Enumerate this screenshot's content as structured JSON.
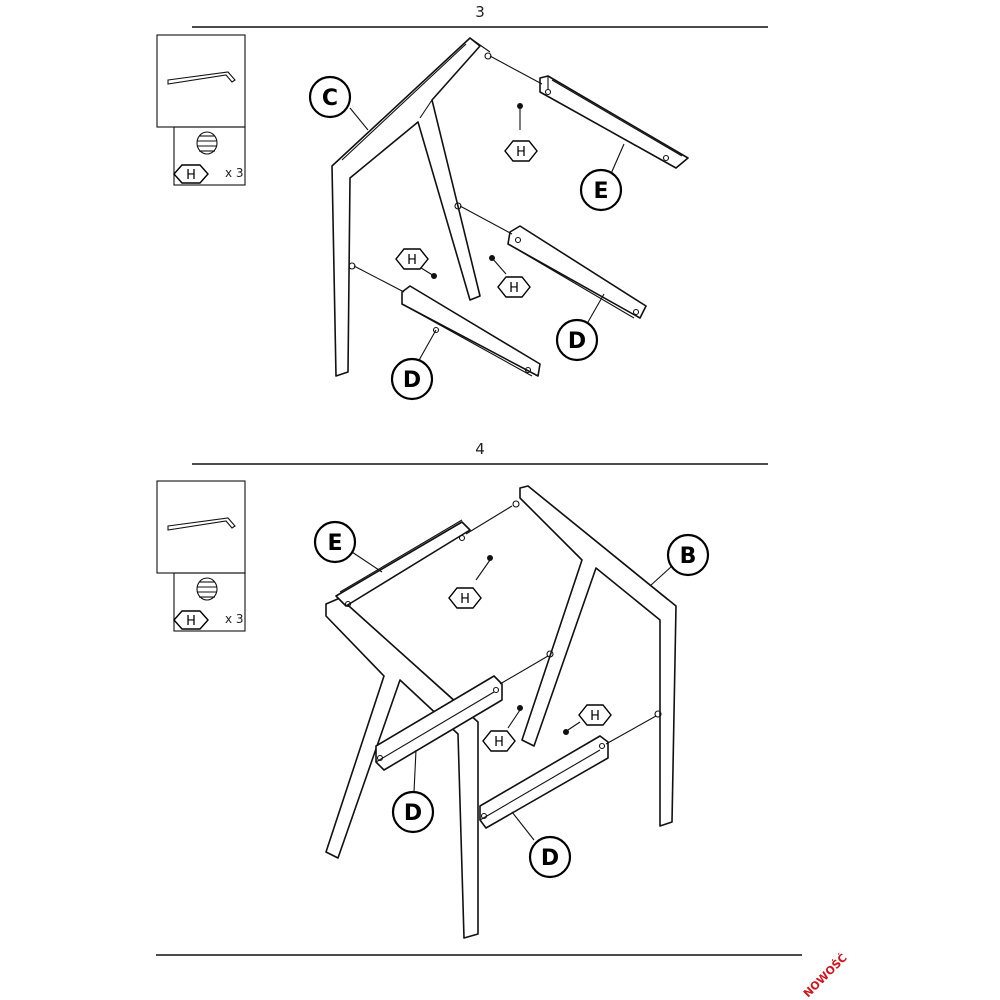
{
  "steps": [
    {
      "number": "3",
      "kit": {
        "fastener_label": "H",
        "quantity": "x 3"
      },
      "callouts": [
        "C",
        "E",
        "D",
        "D"
      ],
      "hex_labels": [
        "H",
        "H",
        "H"
      ]
    },
    {
      "number": "4",
      "kit": {
        "fastener_label": "H",
        "quantity": "x 3"
      },
      "callouts": [
        "E",
        "B",
        "D",
        "D"
      ],
      "hex_labels": [
        "H",
        "H",
        "H"
      ]
    }
  ],
  "brand_mark": "NOWOŚĆ"
}
